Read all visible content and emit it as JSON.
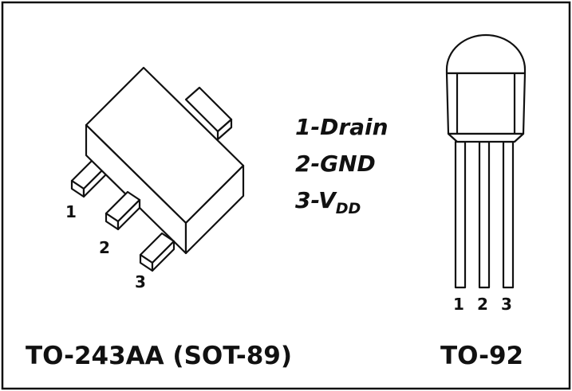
{
  "sot89": {
    "caption": "TO-243AA (SOT-89)",
    "pin_labels": [
      "1",
      "2",
      "3"
    ]
  },
  "to92": {
    "caption": "TO-92",
    "pin_labels": [
      "1",
      "2",
      "3"
    ]
  },
  "pinout": {
    "pin1": "1-Drain",
    "pin2": "2-GND",
    "pin3_prefix": "3-V",
    "pin3_subscript": "DD"
  },
  "colors": {
    "stroke": "#111111",
    "fill": "#ffffff"
  }
}
